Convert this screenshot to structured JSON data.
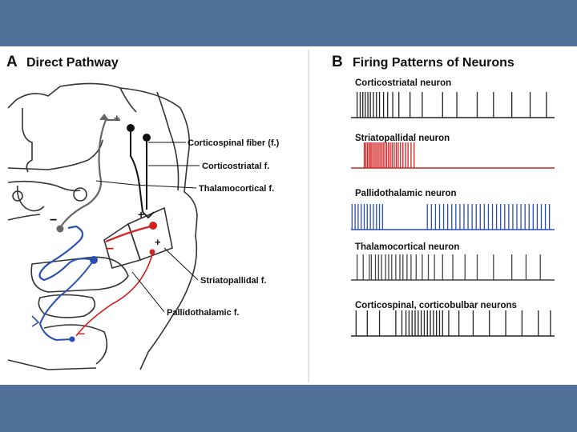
{
  "panel_a": {
    "letter": "A",
    "title": "Direct Pathway",
    "labels": {
      "corticospinal": "Corticospinal fiber (f.)",
      "corticostriatal": "Corticostriatal  f.",
      "thalamocortical": "Thalamocortical  f.",
      "striatopallidal": "Striatopallidal  f.",
      "pallidothalamic": "Pallidothalamic  f."
    },
    "signs": {
      "plus": "+",
      "minus": "−"
    }
  },
  "panel_b": {
    "letter": "B",
    "title": "Firing Patterns of Neurons",
    "traces": [
      {
        "label": "Corticostriatal neuron",
        "color": "#222222",
        "spikes": [
          0.03,
          0.045,
          0.058,
          0.07,
          0.083,
          0.095,
          0.11,
          0.125,
          0.14,
          0.16,
          0.18,
          0.205,
          0.235,
          0.29,
          0.35,
          0.45,
          0.52,
          0.62,
          0.7,
          0.79,
          0.88,
          0.96
        ]
      },
      {
        "label": "Striatopallidal neuron",
        "color": "#d42020",
        "spikes": [
          0.065,
          0.072,
          0.08,
          0.088,
          0.095,
          0.102,
          0.11,
          0.118,
          0.126,
          0.134,
          0.142,
          0.15,
          0.158,
          0.166,
          0.175,
          0.184,
          0.193,
          0.202,
          0.212,
          0.222,
          0.232,
          0.243,
          0.255,
          0.268,
          0.28,
          0.295,
          0.31
        ]
      },
      {
        "label": "Pallidothalamic neuron",
        "color": "#2a4fb0",
        "spikes": [
          0.005,
          0.02,
          0.035,
          0.05,
          0.065,
          0.08,
          0.095,
          0.11,
          0.125,
          0.14,
          0.155,
          0.375,
          0.395,
          0.415,
          0.435,
          0.455,
          0.475,
          0.495,
          0.515,
          0.535,
          0.555,
          0.575,
          0.595,
          0.615,
          0.635,
          0.655,
          0.675,
          0.695,
          0.715,
          0.735,
          0.755,
          0.775,
          0.795,
          0.815,
          0.835,
          0.855,
          0.875,
          0.895,
          0.915,
          0.935,
          0.955,
          0.975
        ]
      },
      {
        "label": "Thalamocortical neuron",
        "color": "#444444",
        "spikes": [
          0.03,
          0.06,
          0.09,
          0.1,
          0.12,
          0.135,
          0.15,
          0.17,
          0.185,
          0.2,
          0.22,
          0.24,
          0.255,
          0.275,
          0.295,
          0.32,
          0.35,
          0.38,
          0.41,
          0.45,
          0.5,
          0.56,
          0.62,
          0.7,
          0.79,
          0.86,
          0.93
        ]
      },
      {
        "label": "Corticospinal, corticobulbar neurons",
        "color": "#222222",
        "spikes": [
          0.025,
          0.08,
          0.14,
          0.22,
          0.25,
          0.27,
          0.285,
          0.3,
          0.315,
          0.33,
          0.345,
          0.36,
          0.375,
          0.39,
          0.405,
          0.42,
          0.435,
          0.45,
          0.48,
          0.53,
          0.6,
          0.68,
          0.76,
          0.84,
          0.92,
          0.98
        ]
      }
    ]
  },
  "colors": {
    "banner": "#4f7197",
    "gray_pathway": "#666666",
    "black_pathway": "#111111",
    "red_pathway": "#d42020",
    "blue_pathway": "#2a4fb0"
  }
}
